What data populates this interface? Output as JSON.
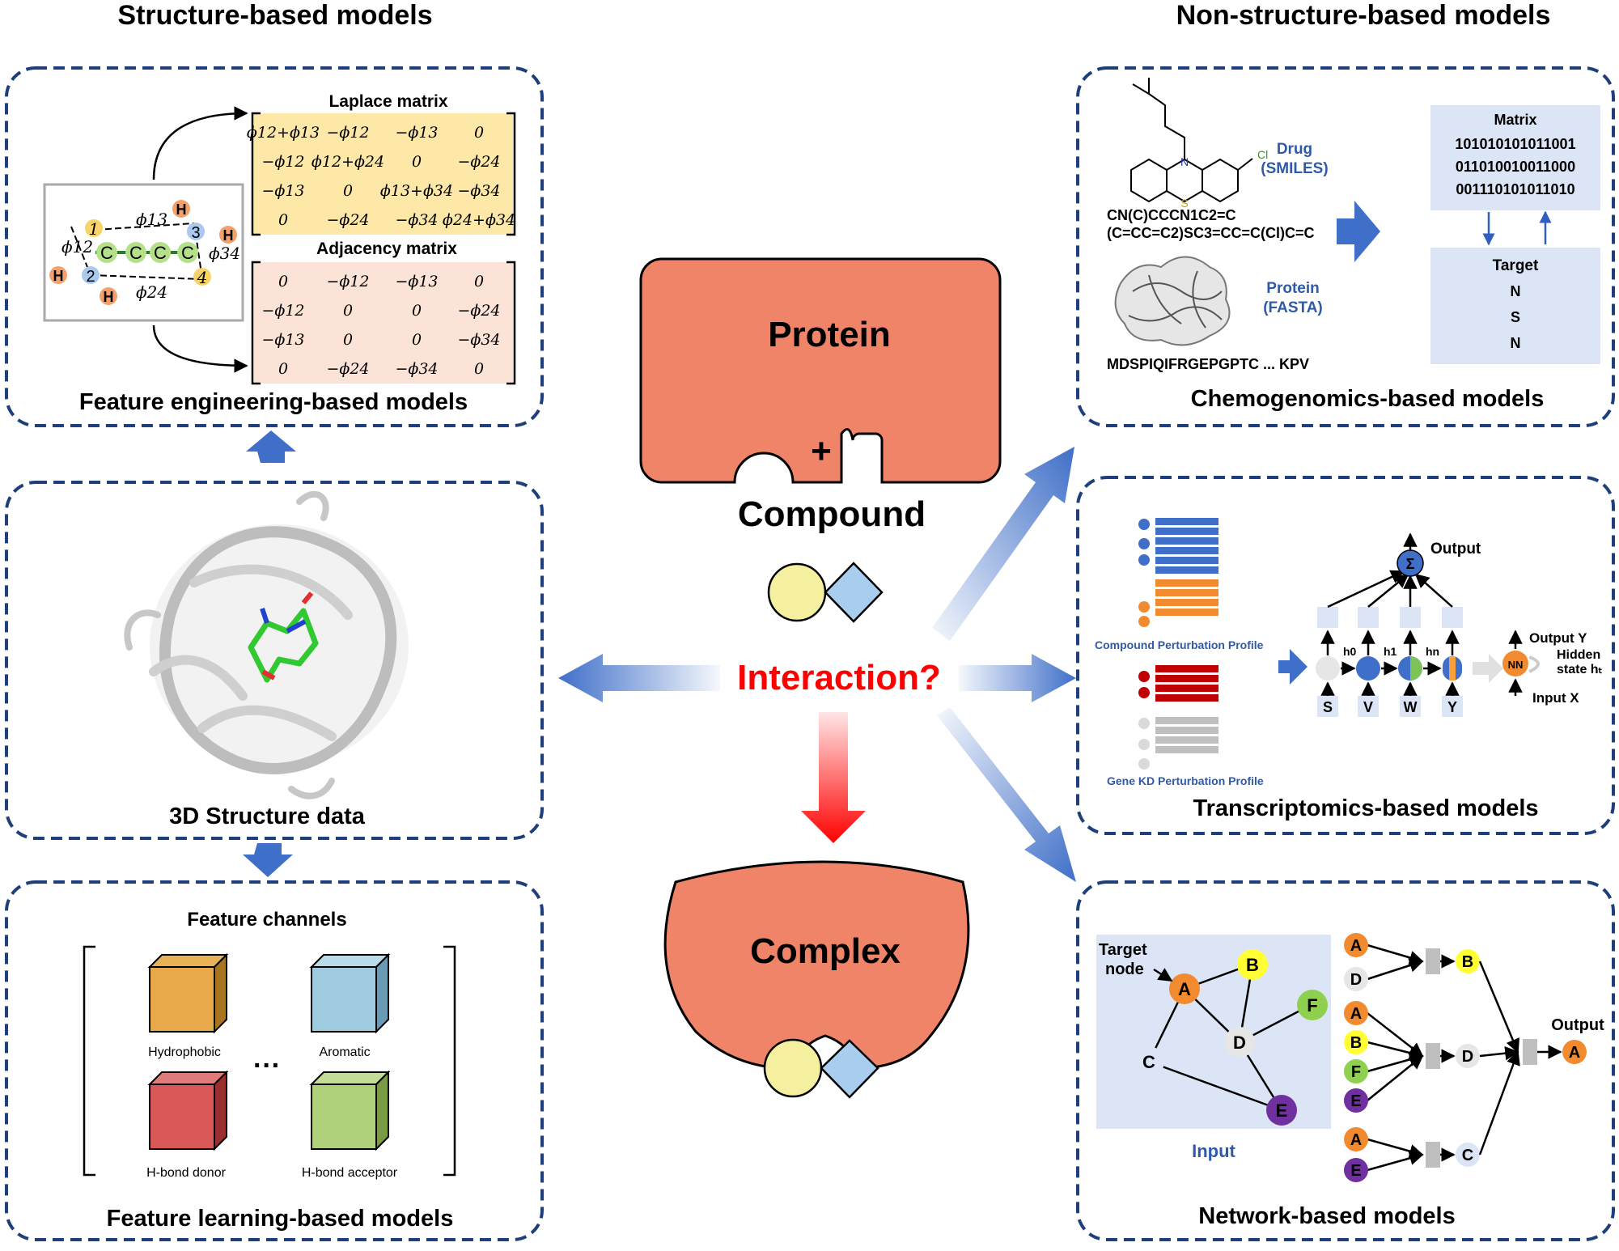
{
  "headings": {
    "left": "Structure-based models",
    "right": "Non-structure-based models"
  },
  "center": {
    "protein": "Protein",
    "plus": "+",
    "compound": "Compound",
    "interaction": "Interaction?",
    "complex": "Complex"
  },
  "feature_engineering": {
    "caption": "Feature engineering-based models",
    "laplace_title": "Laplace matrix",
    "adjacency_title": "Adjacency matrix",
    "laplace": [
      [
        "ϕ12+ϕ13",
        "−ϕ12",
        "−ϕ13",
        "0"
      ],
      [
        "−ϕ12",
        "ϕ12+ϕ24",
        "0",
        "−ϕ24"
      ],
      [
        "−ϕ13",
        "0",
        "ϕ13+ϕ34",
        "−ϕ34"
      ],
      [
        "0",
        "−ϕ24",
        "−ϕ34",
        "ϕ24+ϕ34"
      ]
    ],
    "adjacency": [
      [
        "0",
        "−ϕ12",
        "−ϕ13",
        "0"
      ],
      [
        "−ϕ12",
        "0",
        "0",
        "−ϕ24"
      ],
      [
        "−ϕ13",
        "0",
        "0",
        "−ϕ34"
      ],
      [
        "0",
        "−ϕ24",
        "−ϕ34",
        "0"
      ]
    ],
    "molecule": {
      "atoms": [
        "1",
        "2",
        "3",
        "4"
      ],
      "hydrogen": "H",
      "carbon": "C",
      "bond_labels": [
        "ϕ13",
        "ϕ12",
        "ϕ34",
        "ϕ24"
      ]
    }
  },
  "structure3d": {
    "caption": "3D Structure data"
  },
  "feature_learning": {
    "caption": "Feature learning-based models",
    "title": "Feature channels",
    "channels": [
      "Hydrophobic",
      "Aromatic",
      "H-bond donor",
      "H-bond acceptor"
    ],
    "ellipsis": "···"
  },
  "chemogenomics": {
    "caption": "Chemogenomics-based models",
    "drug_label": "Drug",
    "drug_format": "(SMILES)",
    "smiles_line1": "CN(C)CCCN1C2=C",
    "smiles_line2": "(C=CC=C2)SC3=CC=C(Cl)C=C",
    "protein_label": "Protein",
    "protein_format": "(FASTA)",
    "fasta": "MDSPIQIFRGEPGPTC ... KPV",
    "matrix_title": "Matrix",
    "matrix_rows": [
      "101010101011001",
      "011010010011000",
      "001110101011010"
    ],
    "target_title": "Target",
    "target_rows": [
      "N",
      "S",
      "N"
    ],
    "atom_N": "N",
    "atom_S": "S",
    "atom_Cl": "Cl"
  },
  "transcriptomics": {
    "caption": "Transcriptomics-based models",
    "compound_profile": "Compound Perturbation Profile",
    "gene_profile": "Gene KD Perturbation Profile",
    "output": "Output",
    "sigma": "Σ",
    "inputs": [
      "S",
      "V",
      "W",
      "Y"
    ],
    "hidden": [
      "h0",
      "h1",
      "hn"
    ],
    "nn": "NN",
    "output_y": "Output Y",
    "hidden_state_1": "Hidden",
    "hidden_state_2": "state hₜ",
    "input_x": "Input X"
  },
  "network": {
    "caption": "Network-based models",
    "target_node_1": "Target",
    "target_node_2": "node",
    "input_label": "Input",
    "output_label": "Output",
    "nodes": [
      "A",
      "B",
      "C",
      "D",
      "E",
      "F"
    ],
    "agg_groups": [
      [
        "A",
        "D"
      ],
      [
        "A",
        "B",
        "F",
        "E"
      ],
      [
        "A",
        "E"
      ]
    ],
    "agg_outputs": [
      "B",
      "D",
      "C"
    ],
    "final_output": "A"
  },
  "colors": {
    "box_border": "#1e3f7a",
    "protein": "#ef8468",
    "accent_red": "#ff0000",
    "arrow_blue": "#3f6fc8",
    "light_blue_panel": "#dbe5f5",
    "laplace_bg": "#fde8a8",
    "adjacency_bg": "#fbe3d8"
  }
}
